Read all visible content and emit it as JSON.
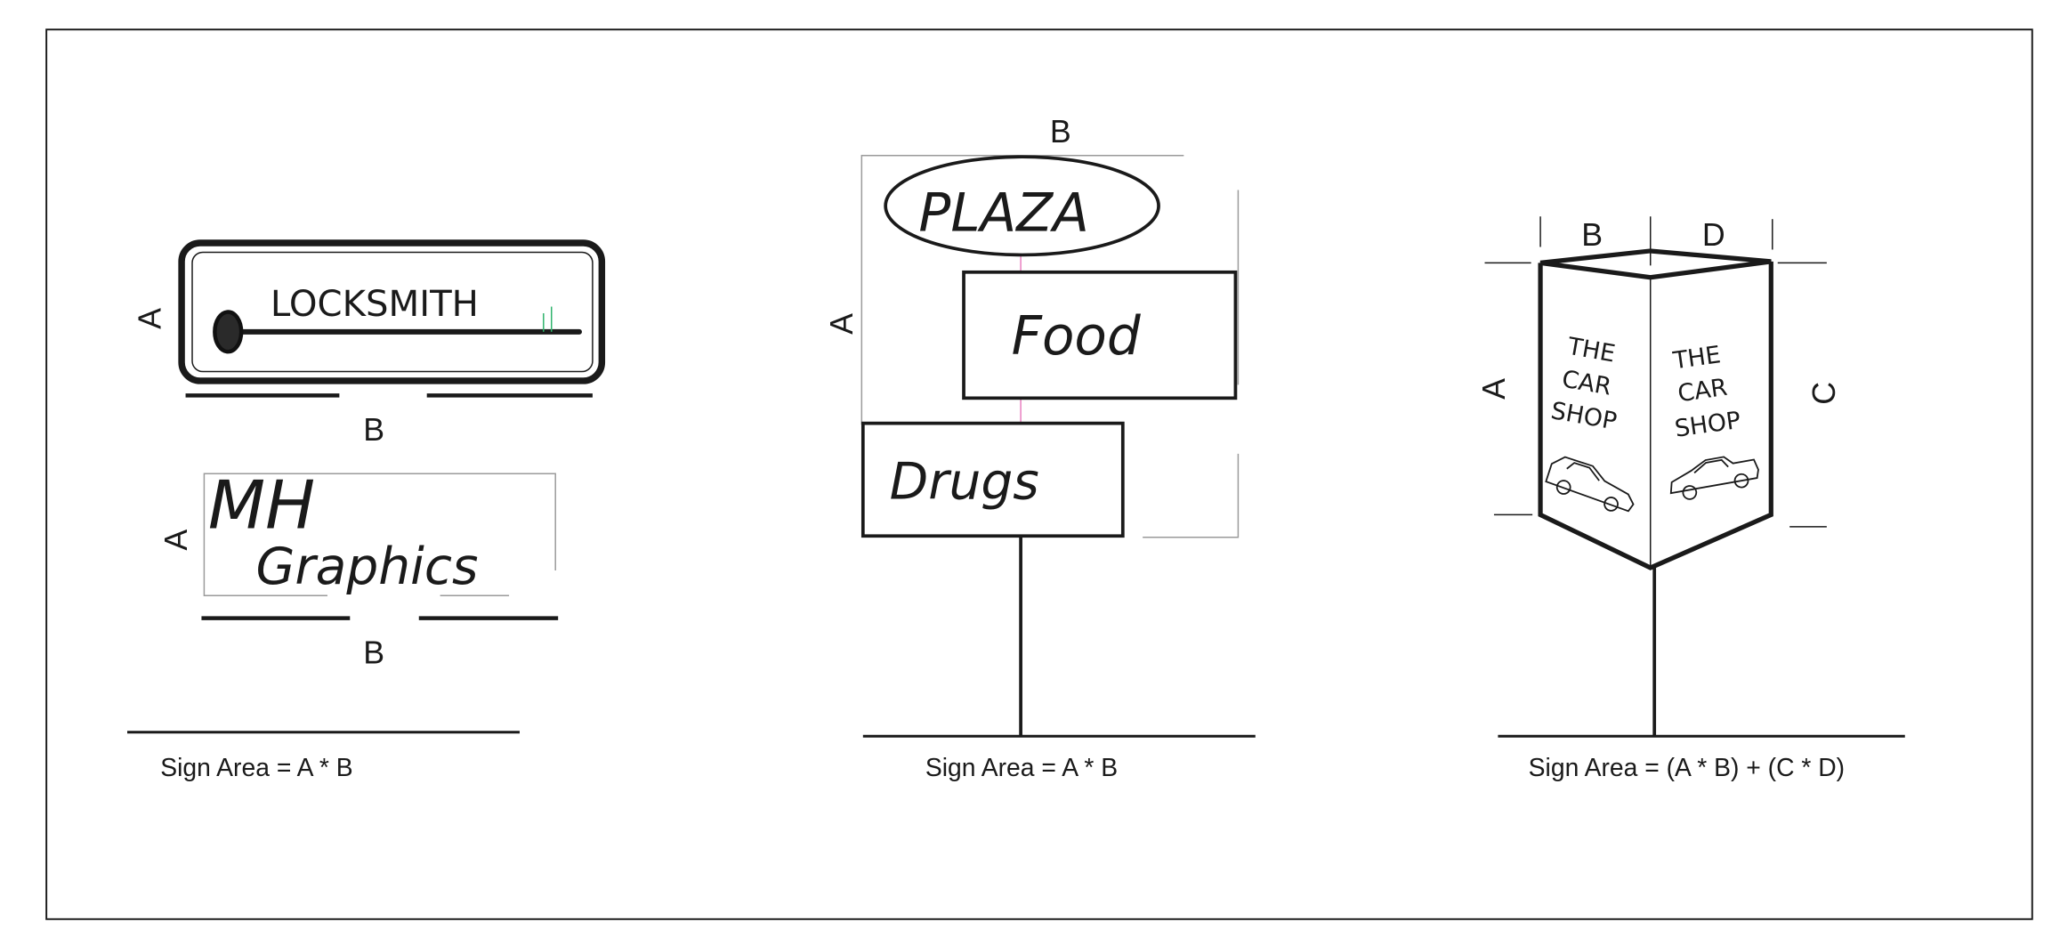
{
  "colors": {
    "line": "#1a1a1a",
    "guide": "#9a9a9a",
    "pink": "#e87fc0",
    "green": "#2db36b"
  },
  "sign1": {
    "title": "LOCKSMITH",
    "dim_a": "A",
    "dim_b": "B"
  },
  "sign2": {
    "line1": "MH",
    "line2": "Graphics",
    "dim_a": "A",
    "dim_b": "B",
    "formula": "Sign Area = A * B"
  },
  "sign3": {
    "top": "PLAZA",
    "middle": "Food",
    "bottom": "Drugs",
    "dim_a": "A",
    "dim_b": "B",
    "formula": "Sign Area = A * B"
  },
  "sign4": {
    "panel_left": [
      "THE",
      "CAR",
      "SHOP"
    ],
    "panel_right": [
      "THE",
      "CAR",
      "SHOP"
    ],
    "dim_a": "A",
    "dim_b": "B",
    "dim_c": "C",
    "dim_d": "D",
    "formula": "Sign Area = (A * B) + (C * D)",
    "icon": "car-icon"
  }
}
